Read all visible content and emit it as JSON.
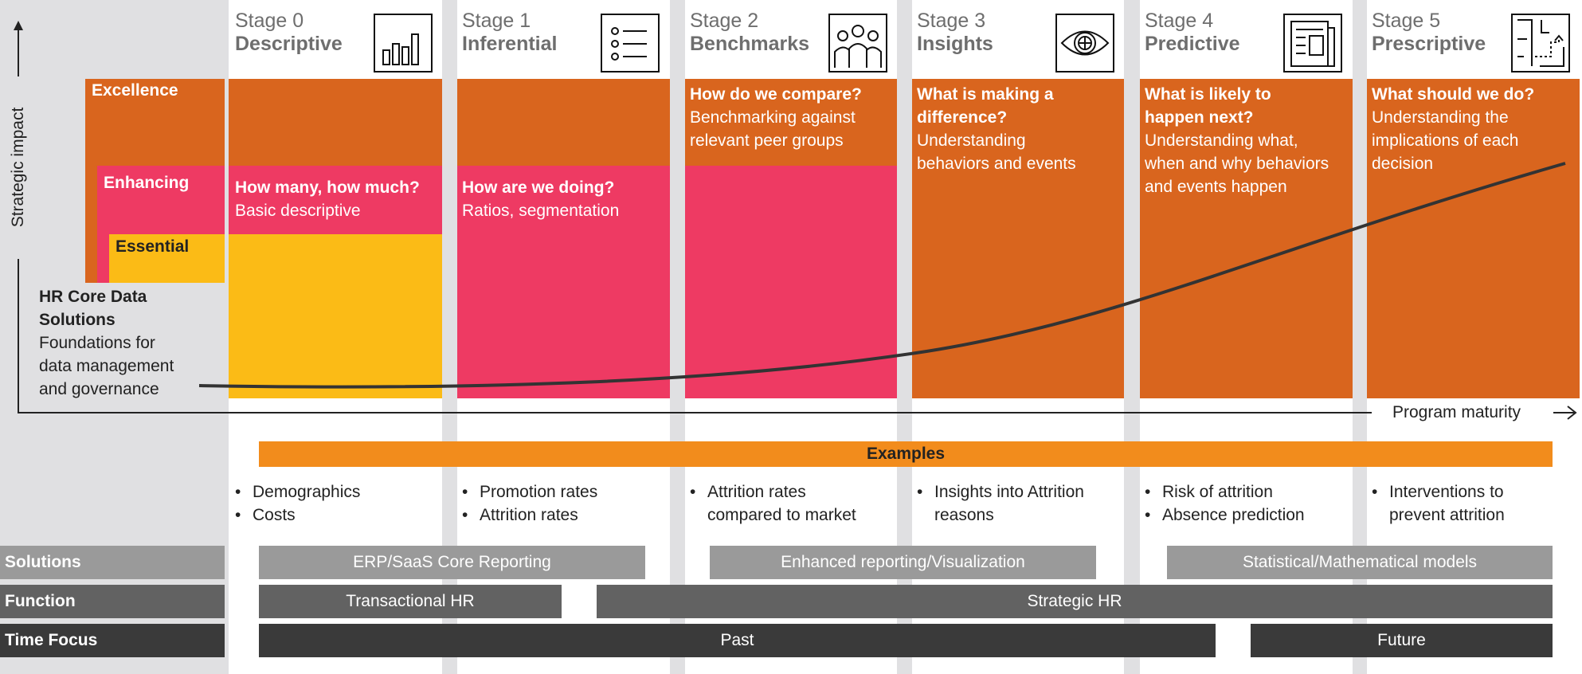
{
  "axes": {
    "y_label": "Strategic impact",
    "x_label": "Program maturity"
  },
  "levels": {
    "excellence": "Excellence",
    "enhancing": "Enhancing",
    "essential": "Essential"
  },
  "core": {
    "title_line1": "HR Core Data",
    "title_line2": "Solutions",
    "desc_line1": "Foundations for",
    "desc_line2": "data management",
    "desc_line3": "and governance"
  },
  "stages": [
    {
      "num": "Stage 0",
      "name": "Descriptive",
      "icon": "bar-chart-icon",
      "q": "How many, how much?",
      "d": "Basic descriptive"
    },
    {
      "num": "Stage 1",
      "name": "Inferential",
      "icon": "checklist-icon",
      "q": "How are we doing?",
      "d": "Ratios, segmentation"
    },
    {
      "num": "Stage 2",
      "name": "Benchmarks",
      "icon": "people-group-icon",
      "q": "How do we compare?",
      "d1": "Benchmarking against",
      "d2": "relevant peer groups"
    },
    {
      "num": "Stage 3",
      "name": "Insights",
      "icon": "eye-icon",
      "q1": "What is making a",
      "q2": "difference?",
      "d1": "Understanding",
      "d2": "behaviors and events"
    },
    {
      "num": "Stage 4",
      "name": "Predictive",
      "icon": "newspaper-icon",
      "q1": "What is likely to",
      "q2": "happen next?",
      "d1": "Understanding what,",
      "d2": "when and why behaviors",
      "d3": "and events happen"
    },
    {
      "num": "Stage 5",
      "name": "Prescriptive",
      "icon": "route-map-icon",
      "q": "What should we do?",
      "d1": "Understanding the",
      "d2": "implications of each",
      "d3": "decision"
    }
  ],
  "examples": {
    "header": "Examples",
    "s0": [
      "Demographics",
      "Costs"
    ],
    "s1": [
      "Promotion rates",
      "Attrition rates"
    ],
    "s2": [
      "Attrition rates",
      "compared to market"
    ],
    "s3": [
      "Insights into Attrition",
      "reasons"
    ],
    "s4": [
      "Risk of attrition",
      "Absence prediction"
    ],
    "s5": [
      "Interventions to",
      "prevent attrition"
    ]
  },
  "rows": {
    "solutions": {
      "label": "Solutions",
      "bars": [
        "ERP/SaaS Core Reporting",
        "Enhanced reporting/Visualization",
        "Statistical/Mathematical models"
      ]
    },
    "function": {
      "label": "Function",
      "bars": [
        "Transactional HR",
        "Strategic HR"
      ]
    },
    "time": {
      "label": "Time Focus",
      "bars": [
        "Past",
        "Future"
      ]
    }
  },
  "colors": {
    "orange": "#d9651e",
    "pink": "#ee3a63",
    "yellow": "#fbbb16",
    "examples_bar": "#f28c1c",
    "solutions_bar": "#9a9a9a",
    "function_bar": "#626262",
    "time_bar": "#3a3a3a"
  }
}
